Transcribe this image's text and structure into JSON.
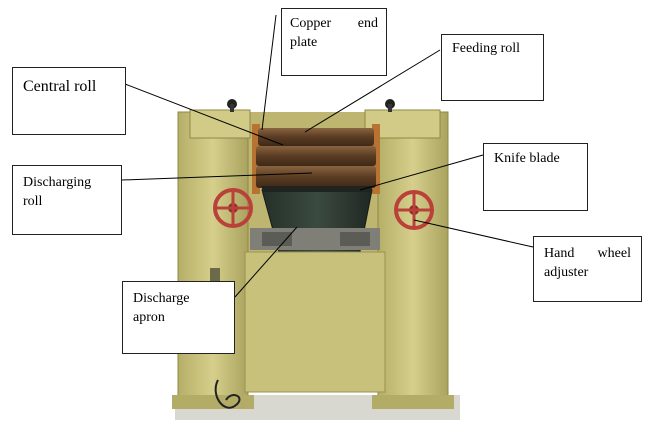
{
  "diagram": {
    "labels": {
      "copper_end_plate": {
        "line1": "Copper end",
        "line2": "plate"
      },
      "feeding_roll": "Feeding roll",
      "central_roll": "Central roll",
      "discharging_roll": {
        "line1": "Discharging",
        "line2": "roll"
      },
      "knife_blade": "Knife blade",
      "hand_wheel_adjuster": {
        "line1": "Hand wheel",
        "line2": "adjuster"
      },
      "discharge_apron": {
        "line1": "Discharge",
        "line2": "apron"
      }
    }
  },
  "colors": {
    "machine_body": "#c9c27c",
    "machine_shadow": "#a39c57",
    "roll_copper": "#6d4a2c",
    "apron": "#2f3a33",
    "hand_wheel": "#b9413a",
    "label_border": "#222222"
  }
}
